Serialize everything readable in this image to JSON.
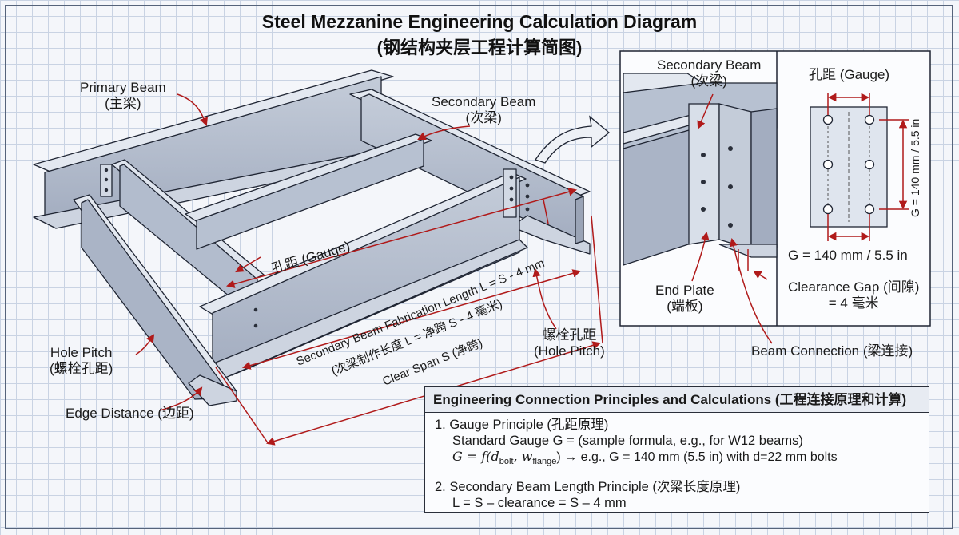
{
  "title": {
    "line1": "Steel Mezzanine Engineering Calculation Diagram",
    "line2": "(钢结构夹层工程计算简图)"
  },
  "labels": {
    "primary_beam": "Primary Beam",
    "primary_beam_cn": "(主梁)",
    "secondary_beam": "Secondary Beam",
    "secondary_beam_cn": "(次梁)",
    "gauge": "孔距 (Gauge)",
    "fabrication_length": "Secondary Beam Fabrication Length L = S - 4 mm",
    "fabrication_length_cn": "(次梁制作长度 L = 净跨 S - 4 毫米)",
    "clear_span": "Clear Span S (净跨)",
    "hole_pitch_cn_right": "螺栓孔距",
    "hole_pitch_right": "(Hole Pitch)",
    "hole_pitch_left": "Hole Pitch",
    "hole_pitch_left_cn": "(螺栓孔距)",
    "edge_distance": "Edge Distance (边距)"
  },
  "detail": {
    "secondary_beam": "Secondary Beam",
    "secondary_beam_cn": "(次梁)",
    "end_plate": "End Plate",
    "end_plate_cn": "(端板)",
    "clearance_gap": "Clearance Gap (间隙)",
    "clearance_value": "= 4 毫米",
    "beam_connection": "Beam Connection (梁连接)",
    "gauge_title": "孔距 (Gauge)",
    "gauge_vertical": "G = 140 mm / 5.5 in",
    "gauge_horizontal": "G = 140 mm / 5.5 in"
  },
  "panel": {
    "heading": "Engineering Connection Principles and Calculations (工程连接原理和计算)",
    "p1_title": "1. Gauge Principle (孔距原理)",
    "p1_line1": "Standard Gauge G = (sample formula, e.g., for W12 beams)",
    "p1_formula_lhs": "G = f(d",
    "p1_formula_sub1": "bolt",
    "p1_formula_mid": ", w",
    "p1_formula_sub2": "flange",
    "p1_formula_rhs": ") → e.g., G = 140 mm (5.5 in) with d=22 mm bolts",
    "p2_title": "2. Secondary Beam Length Principle (次梁长度原理)",
    "p2_line1": "L = S – clearance = S – 4 mm"
  },
  "colors": {
    "steel_light": "#dfe5ee",
    "steel_mid": "#b9c3d3",
    "steel_dark": "#8e9ab0",
    "dimension_red": "#b01a1a",
    "outline": "#1f2533"
  }
}
